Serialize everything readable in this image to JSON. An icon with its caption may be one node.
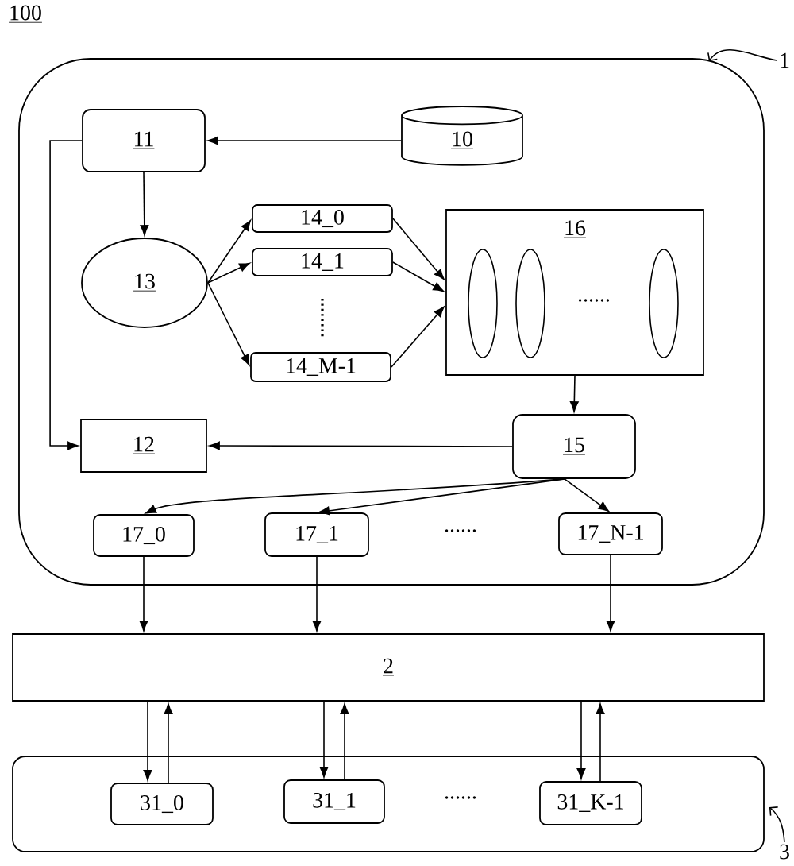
{
  "diagram": {
    "nodes": [
      {
        "text": [],
        "shape": "box"
      },
      {
        "text": [
          "1"
        ]
      },
      {
        "text": [
          "11"
        ],
        "in": 0
      },
      {
        "text": [
          "10"
        ],
        "in": 0
      },
      {
        "text": [
          "13"
        ],
        "in": 0
      },
      {
        "text": [
          "14_0"
        ],
        "in": 0
      },
      {
        "text": [
          "14_1"
        ],
        "in": 0
      },
      {
        "text": [
          "14_M-1"
        ],
        "in": 0
      },
      {
        "text": [
          "16"
        ],
        "in": 0
      },
      {
        "text": [
          "12"
        ],
        "in": 0
      },
      {
        "text": [
          "15"
        ],
        "in": 0
      },
      {
        "text": [
          "17_0"
        ],
        "in": 0
      },
      {
        "text": [
          "17_1"
        ],
        "in": 0
      },
      {
        "text": [
          "17_N-1"
        ],
        "in": 0
      },
      {
        "text": [
          "2"
        ]
      },
      {
        "text": [],
        "shape": "box"
      },
      {
        "text": [
          "31_0"
        ],
        "in": 15
      },
      {
        "text": [
          "31_1"
        ],
        "in": 15
      },
      {
        "text": [
          "31_K-1"
        ],
        "in": 15
      },
      {
        "text": [
          "3"
        ]
      }
    ],
    "edges": [
      {
        "from": 3,
        "to": 2,
        "arrow": "to"
      },
      {
        "from": 2,
        "to": 4,
        "arrow": "to"
      },
      {
        "from": 2,
        "to": 9,
        "arrow": "to"
      },
      {
        "from": 4,
        "to": 5,
        "arrow": "to"
      },
      {
        "from": 4,
        "to": 6,
        "arrow": "to"
      },
      {
        "from": 4,
        "to": 7,
        "arrow": "to"
      },
      {
        "from": 5,
        "to": 8,
        "arrow": "to"
      },
      {
        "from": 6,
        "to": 8,
        "arrow": "to"
      },
      {
        "from": 7,
        "to": 8,
        "arrow": "to"
      },
      {
        "from": 8,
        "to": 10,
        "arrow": "to"
      },
      {
        "from": 10,
        "to": 9,
        "arrow": "to"
      },
      {
        "from": 10,
        "to": 11,
        "arrow": "to"
      },
      {
        "from": 10,
        "to": 12,
        "arrow": "to"
      },
      {
        "from": 10,
        "to": 13,
        "arrow": "to"
      },
      {
        "from": 11,
        "to": 14,
        "arrow": "to"
      },
      {
        "from": 12,
        "to": 14,
        "arrow": "to"
      },
      {
        "from": 13,
        "to": 14,
        "arrow": "to"
      },
      {
        "from": 14,
        "to": 16,
        "arrow": "to"
      },
      {
        "from": 16,
        "to": 14,
        "arrow": "to"
      },
      {
        "from": 14,
        "to": 17,
        "arrow": "to"
      },
      {
        "from": 17,
        "to": 14,
        "arrow": "to"
      },
      {
        "from": 14,
        "to": 18,
        "arrow": "to"
      },
      {
        "from": 18,
        "to": 14,
        "arrow": "to"
      },
      {
        "from": 1,
        "to": 0,
        "arrow": "to"
      },
      {
        "from": 19,
        "to": 15,
        "arrow": "to"
      }
    ],
    "labels": [
      "100",
      "......",
      "......",
      "......"
    ]
  }
}
